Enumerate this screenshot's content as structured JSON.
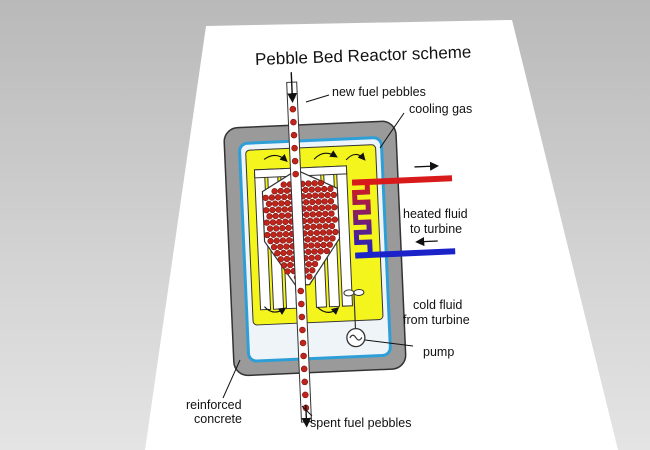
{
  "diagram": {
    "title": "Pebble Bed Reactor scheme",
    "labels": {
      "new_fuel": "new fuel pebbles",
      "cooling_gas": "cooling gas",
      "heated_fluid_1": "heated fluid",
      "heated_fluid_2": "to turbine",
      "cold_fluid_1": "cold fluid",
      "cold_fluid_2": "from turbine",
      "pump": "pump",
      "concrete_1": "reinforced",
      "concrete_2": "concrete",
      "spent_fuel": "spent fuel pebbles"
    },
    "colors": {
      "concrete": "#9a9a9a",
      "vessel_outline": "#2e9fd6",
      "coolant": "#f5f51e",
      "pebble": "#c0241b",
      "hot_pipe": "#d91a1a",
      "cold_pipe": "#1a22c8"
    }
  }
}
